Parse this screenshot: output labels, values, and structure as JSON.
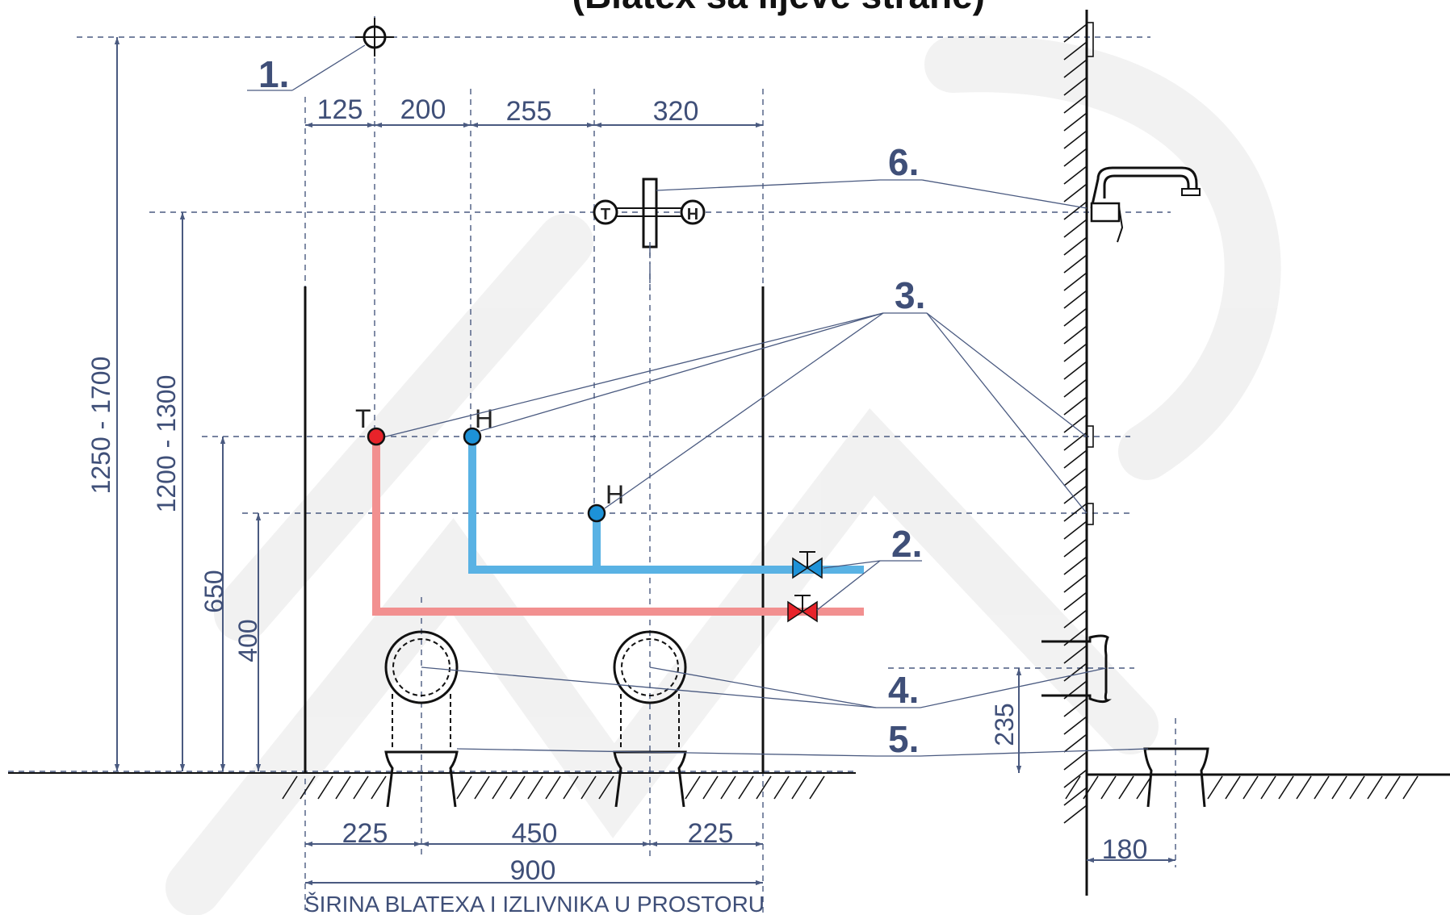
{
  "title": "(Blatex sa lijeve strane)",
  "callouts": {
    "c1": "1.",
    "c2": "2.",
    "c3": "3.",
    "c4": "4.",
    "c5": "5.",
    "c6": "6."
  },
  "top_dims": {
    "d1": "125",
    "d2": "200",
    "d3": "255",
    "d4": "320"
  },
  "bottom_dims": {
    "d1": "225",
    "d2": "450",
    "d3": "225",
    "total": "900"
  },
  "vertical_dims": {
    "h1": "1250 - 1700",
    "h2": "1200 - 1300",
    "h3": "650",
    "h4": "400"
  },
  "side_dims": {
    "h": "235",
    "w": "180"
  },
  "labels": {
    "hot": "T",
    "cold": "H"
  },
  "caption": "ŠIRINA BLATEXA I IZLIVNIKA U PROSTORU",
  "colors": {
    "hot_pipe": "#f29090",
    "cold_pipe": "#59b2e4",
    "hot_point": "#e8232a",
    "cold_point": "#1d92d8",
    "dimension": "#3f4f78"
  }
}
